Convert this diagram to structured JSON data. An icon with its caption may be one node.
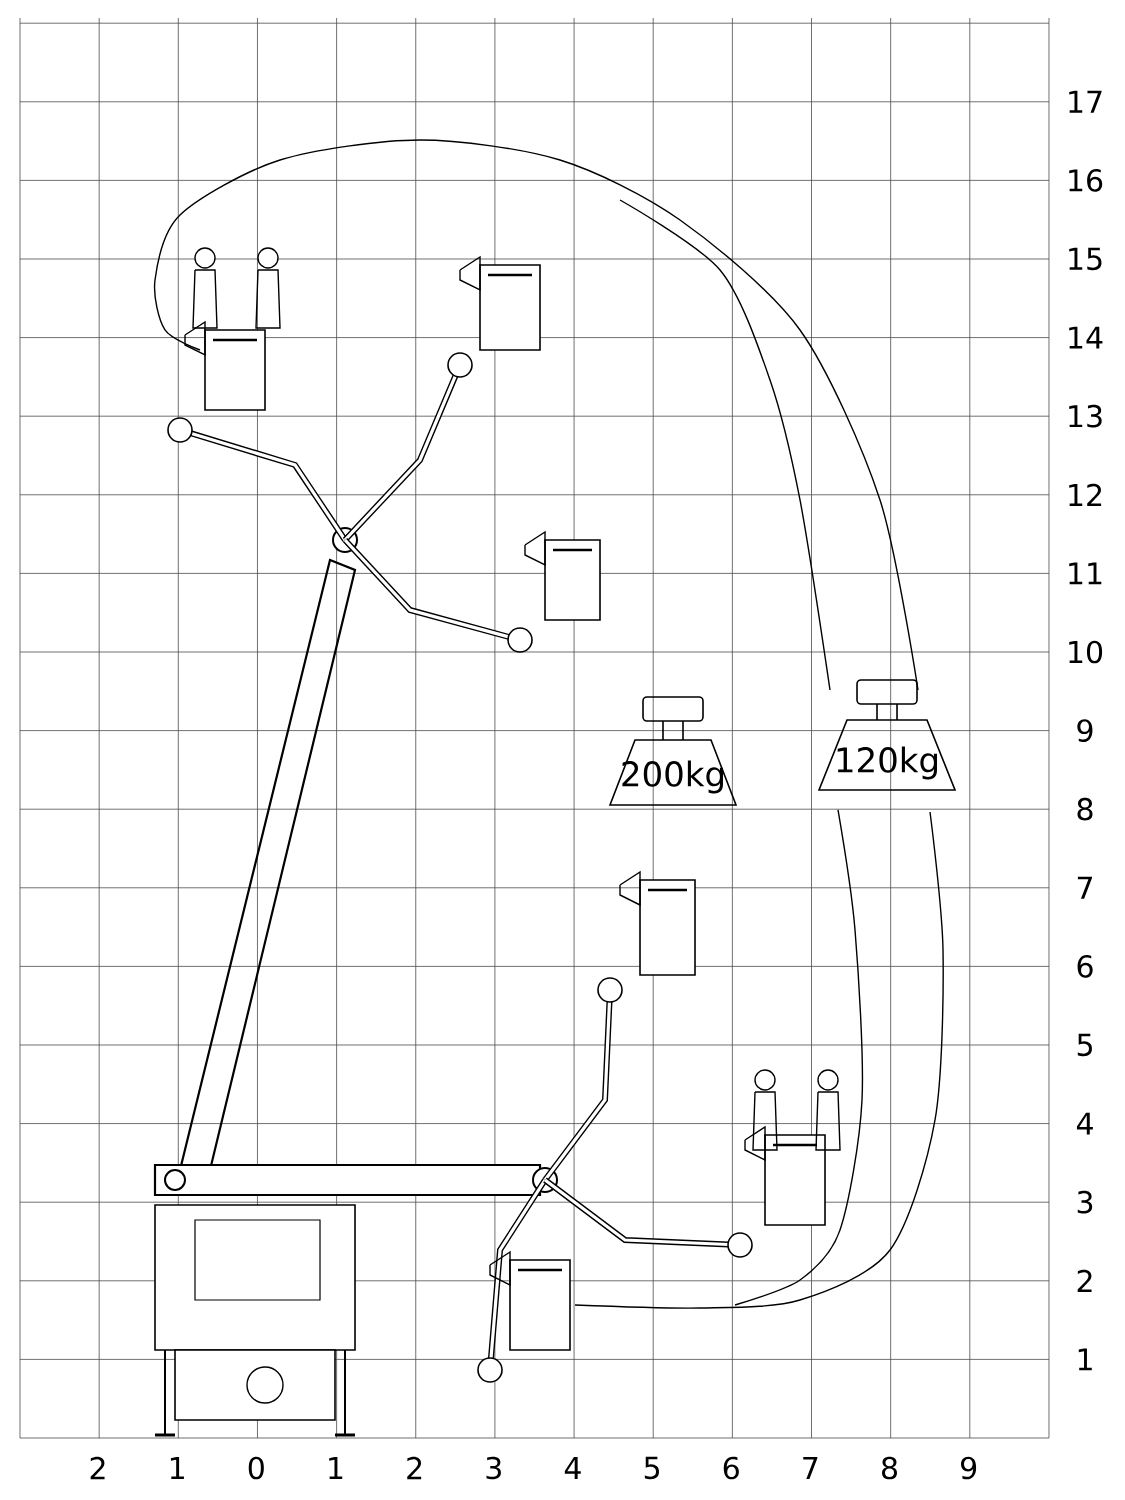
{
  "diagram": {
    "nodes": [
      {
        "text": [
          "200kg"
        ]
      },
      {
        "text": [
          "120kg"
        ]
      }
    ],
    "labels": [
      "17",
      "16",
      "15",
      "14",
      "13",
      "12",
      "11",
      "10",
      "9",
      "8",
      "7",
      "6",
      "5",
      "4",
      "3",
      "2",
      "1",
      "2",
      "1",
      "0",
      "1",
      "2",
      "3",
      "4",
      "5",
      "6",
      "7",
      "8",
      "9"
    ]
  }
}
